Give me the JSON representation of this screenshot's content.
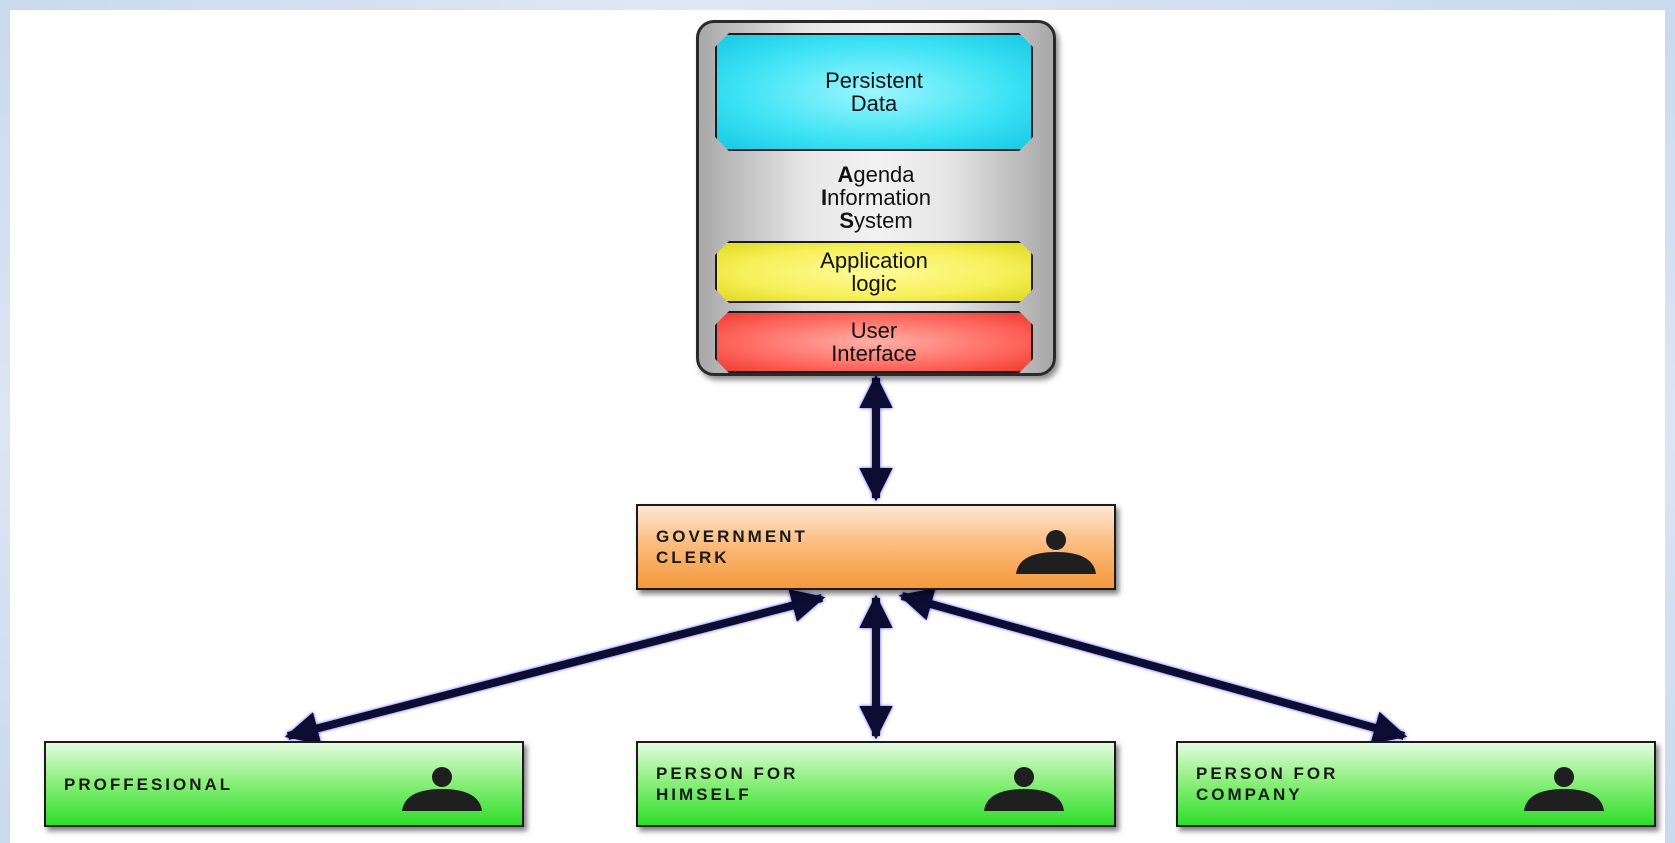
{
  "system": {
    "data_label": "Persistent\nData",
    "name_lines": [
      {
        "initial": "A",
        "rest": "genda"
      },
      {
        "initial": "I",
        "rest": "nformation"
      },
      {
        "initial": "S",
        "rest": "ystem"
      }
    ],
    "logic_label": "Application\nlogic",
    "ui_label": "User\nInterface"
  },
  "actors": {
    "clerk": {
      "line1": "GOVERNMENT",
      "line2": "CLERK"
    },
    "professional": {
      "line1": "PROFFESIONAL"
    },
    "person_himself": {
      "line1": "PERSON FOR",
      "line2": "HIMSELF"
    },
    "person_company": {
      "line1": "PERSON FOR",
      "line2": "COMPANY"
    }
  },
  "icons": {
    "actor": "person-silhouette-icon"
  },
  "colors": {
    "data": "#3ee3f4",
    "logic": "#f6f05a",
    "ui": "#ff6a60",
    "clerk": "#f49a3c",
    "users": "#2ede2a",
    "arrow": "#0b0730",
    "arrow_glow": "#3a3aff"
  }
}
